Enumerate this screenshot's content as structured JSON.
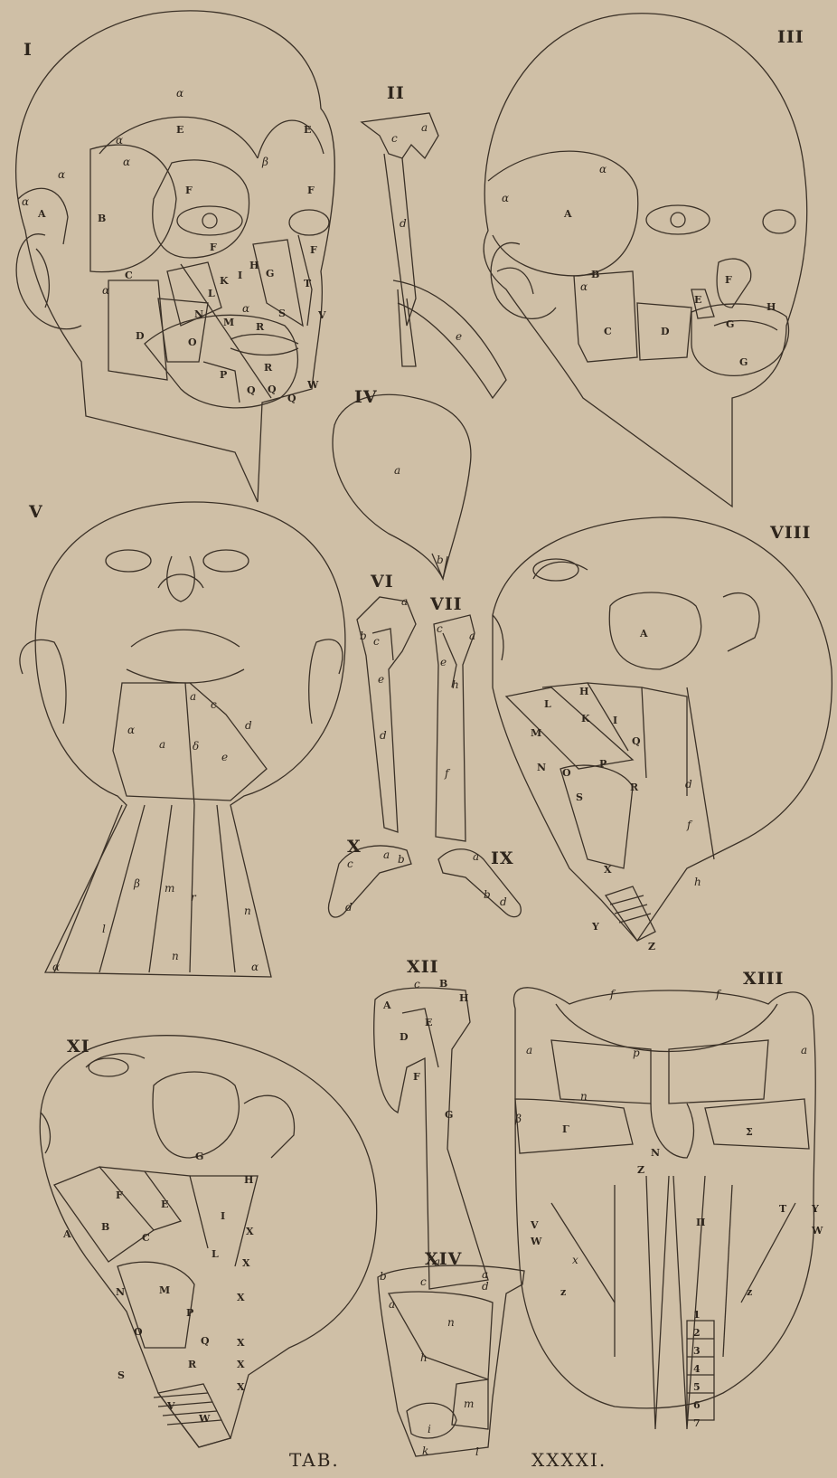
{
  "figures": {
    "I": "I",
    "II": "II",
    "III": "III",
    "IV": "IV",
    "V": "V",
    "VI": "VI",
    "VII": "VII",
    "VIII": "VIII",
    "IX": "IX",
    "X": "X",
    "XI": "XI",
    "XII": "XII",
    "XIII": "XIII",
    "XIV": "XIV"
  },
  "caption": {
    "left": "TAB.",
    "right": "XXXXI."
  },
  "labels": {
    "fig1": [
      "α",
      "E",
      "E",
      "α",
      "α",
      "β",
      "α",
      "α",
      "A",
      "B",
      "F",
      "F",
      "F",
      "F",
      "C",
      "α",
      "K",
      "I",
      "H",
      "G",
      "T",
      "N",
      "L",
      "M",
      "α",
      "S",
      "V",
      "D",
      "O",
      "R",
      "R",
      "P",
      "Q",
      "Q",
      "Q",
      "W"
    ],
    "fig2": [
      "c",
      "a",
      "d",
      "e"
    ],
    "fig3": [
      "α",
      "α",
      "A",
      "B",
      "α",
      "E",
      "F",
      "H",
      "C",
      "D",
      "G",
      "G"
    ],
    "fig4": [
      "a",
      "b"
    ],
    "fig5": [
      "a",
      "c",
      "a",
      "δ",
      "e",
      "d",
      "α",
      "β",
      "l",
      "m",
      "r",
      "n",
      "α",
      "α",
      "n"
    ],
    "fig6": [
      "a",
      "b",
      "c",
      "e",
      "d"
    ],
    "fig7": [
      "c",
      "a",
      "e",
      "h",
      "f"
    ],
    "fig8": [
      "A",
      "L",
      "H",
      "K",
      "I",
      "M",
      "N",
      "O",
      "P",
      "Q",
      "R",
      "S",
      "X",
      "Y",
      "Z",
      "d",
      "f",
      "h"
    ],
    "fig9": [
      "a",
      "b",
      "d"
    ],
    "fig10": [
      "c",
      "a",
      "b",
      "d"
    ],
    "fig11": [
      "G",
      "H",
      "F",
      "E",
      "I",
      "A",
      "B",
      "C",
      "L",
      "X",
      "X",
      "X",
      "N",
      "M",
      "P",
      "O",
      "Q",
      "R",
      "S",
      "X",
      "X",
      "X",
      "V",
      "W"
    ],
    "fig12": [
      "c",
      "B",
      "A",
      "H",
      "E",
      "D",
      "F",
      "G",
      "a",
      "a"
    ],
    "fig13": [
      "f",
      "f",
      "a",
      "a",
      "p",
      "n",
      "Γ",
      "β",
      "Z",
      "N",
      "Σ",
      "Π",
      "V",
      "W",
      "T",
      "Y",
      "W",
      "x",
      "z",
      "z",
      "1",
      "2",
      "3",
      "4",
      "5",
      "6",
      "7"
    ],
    "fig14": [
      "b",
      "c",
      "d",
      "a",
      "n",
      "h",
      "m",
      "i",
      "k",
      "l"
    ]
  }
}
